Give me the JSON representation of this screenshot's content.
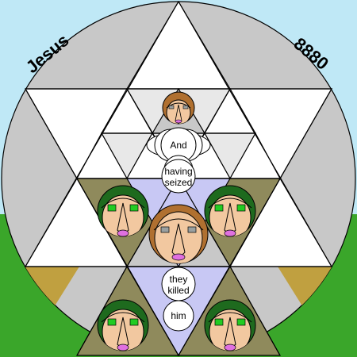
{
  "corner_labels": {
    "left": "Jesus",
    "right": "8880"
  },
  "words": {
    "w1": "And",
    "w2a": "having",
    "w2b": "seized",
    "w3a": "they",
    "w3b": "killed",
    "w4": "him"
  },
  "colors": {
    "sky": "#bfe8f6",
    "grass": "#3aa62a",
    "disc": "#c8c8c8",
    "white": "#ffffff",
    "olive": "#8f8a5c",
    "ochre": "#c0a040",
    "lavender": "#c8c8f4",
    "outline": "#000000",
    "hair_dark": "#1e6a1e",
    "hair_light": "#b07030",
    "skin": "#f2c8a0",
    "eye": "#22cc22",
    "mouth": "#e070e0"
  },
  "icons": {
    "face_center_top": "face-icon",
    "face_left": "face-icon",
    "face_right": "face-icon",
    "face_center_mid": "face-icon",
    "face_bottom_left": "face-icon",
    "face_bottom_right": "face-icon"
  }
}
